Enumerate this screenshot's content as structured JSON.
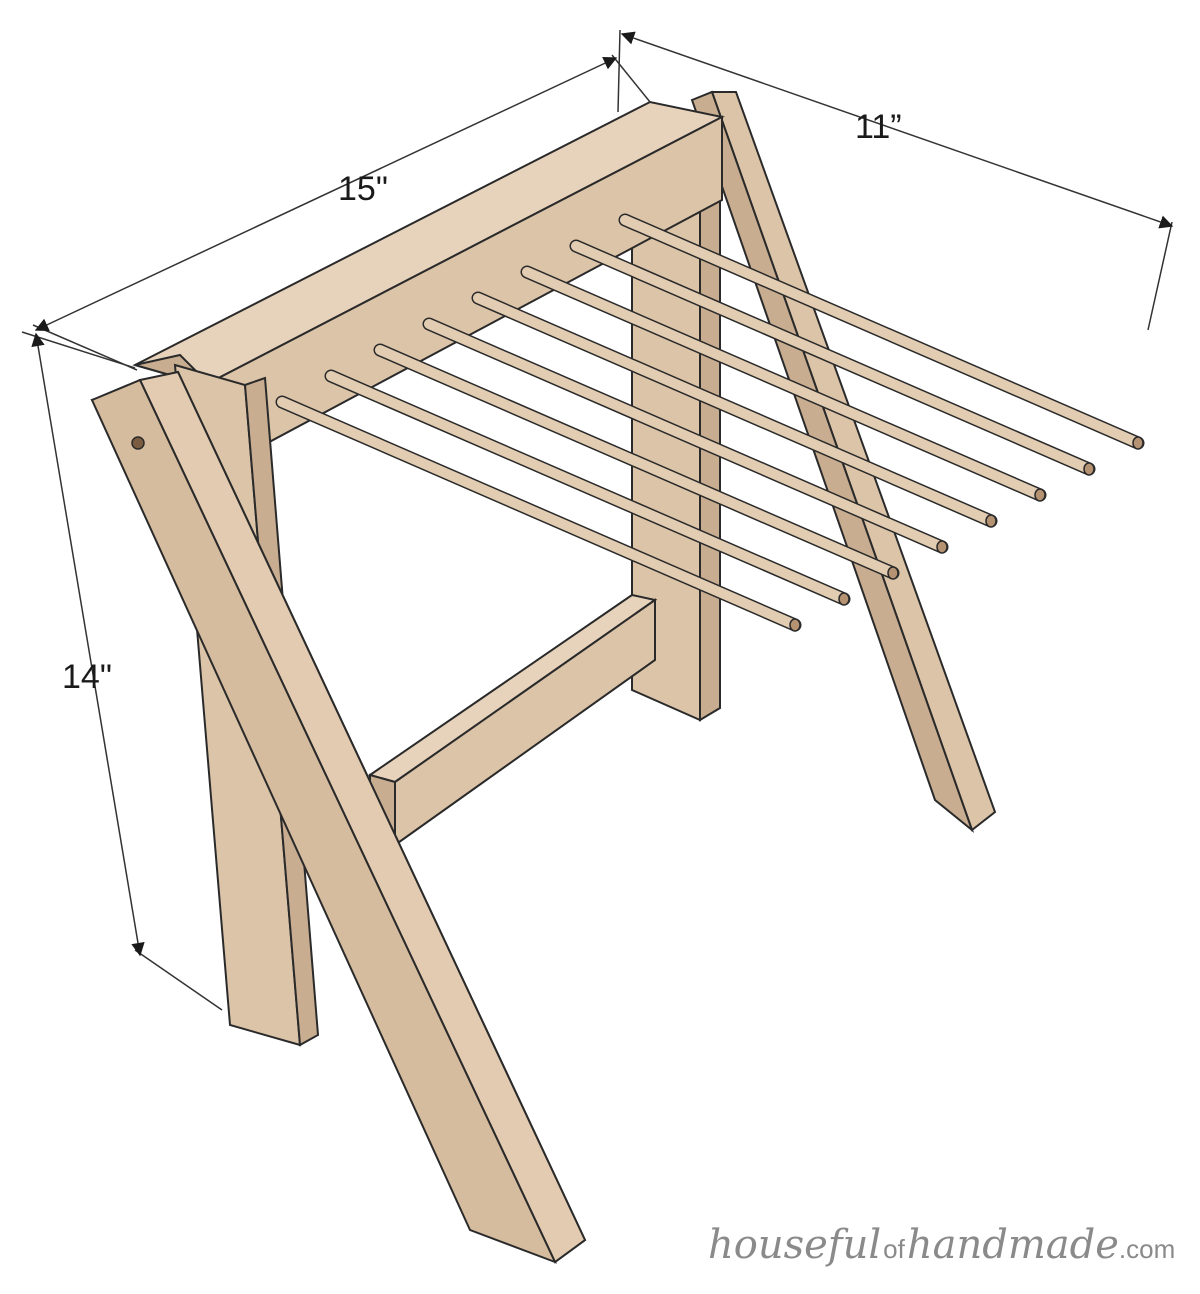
{
  "dimensions": {
    "length": "15\"",
    "depth": "11”",
    "height": "14\""
  },
  "dowel_count": 8,
  "colors": {
    "wood_top": "#e7d3bc",
    "wood_front": "#dcc4a8",
    "wood_side": "#c8ad90",
    "outline": "#2a2a2a",
    "dowel": "#e2cdb3",
    "dowel_end": "#b49272",
    "dimension_line": "#333333"
  },
  "watermark": {
    "script_part1": "houseful",
    "small_part": "of",
    "script_part2": "handmade",
    "suffix": ".com"
  }
}
